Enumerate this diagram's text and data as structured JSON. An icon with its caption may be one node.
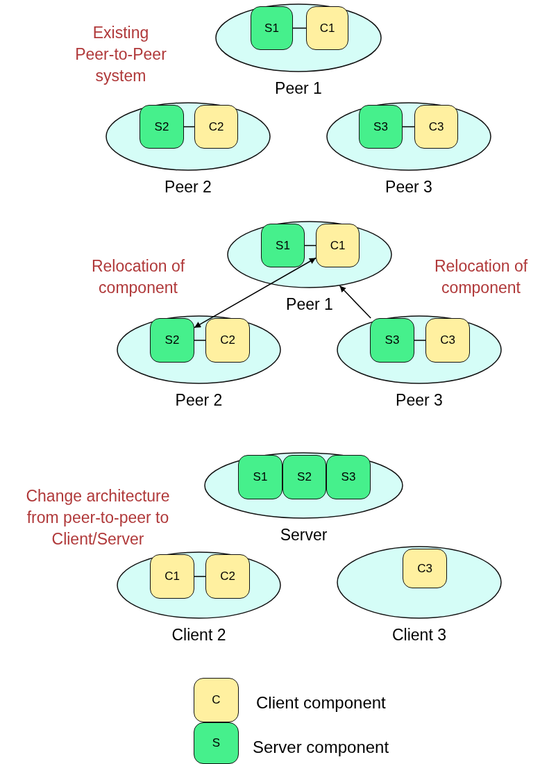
{
  "diagram": {
    "nodes": [
      {
        "text": [
          "Peer 1"
        ]
      },
      {
        "text": [
          "S1"
        ],
        "in": 0
      },
      {
        "text": [
          "C1"
        ],
        "in": 0
      },
      {
        "text": [
          "Peer 2"
        ]
      },
      {
        "text": [
          "S2"
        ],
        "in": 3
      },
      {
        "text": [
          "C2"
        ],
        "in": 3
      },
      {
        "text": [
          "Peer 3"
        ]
      },
      {
        "text": [
          "S3"
        ],
        "in": 6
      },
      {
        "text": [
          "C3"
        ],
        "in": 6
      },
      {
        "text": [
          "Peer 1"
        ]
      },
      {
        "text": [
          "S1"
        ],
        "in": 9
      },
      {
        "text": [
          "C1"
        ],
        "in": 9
      },
      {
        "text": [
          "Peer 2"
        ]
      },
      {
        "text": [
          "S2"
        ],
        "in": 12
      },
      {
        "text": [
          "C2"
        ],
        "in": 12
      },
      {
        "text": [
          "Peer 3"
        ]
      },
      {
        "text": [
          "S3"
        ],
        "in": 15
      },
      {
        "text": [
          "C3"
        ],
        "in": 15
      },
      {
        "text": [
          "Server"
        ]
      },
      {
        "text": [
          "S1"
        ],
        "in": 18
      },
      {
        "text": [
          "S2"
        ],
        "in": 18
      },
      {
        "text": [
          "S3"
        ],
        "in": 18
      },
      {
        "text": [
          "Client 2"
        ]
      },
      {
        "text": [
          "C1"
        ],
        "in": 22
      },
      {
        "text": [
          "C2"
        ],
        "in": 22
      },
      {
        "text": [
          "Client 3"
        ]
      },
      {
        "text": [
          "C3"
        ],
        "in": 25
      },
      {
        "text": [
          "C"
        ],
        "beside": [
          "Client component"
        ]
      },
      {
        "text": [
          "S"
        ],
        "beside": [
          "Server component"
        ]
      }
    ],
    "edges": [
      {
        "from": 1,
        "to": 2,
        "arrow": "none"
      },
      {
        "from": 4,
        "to": 5,
        "arrow": "none"
      },
      {
        "from": 7,
        "to": 8,
        "arrow": "none"
      },
      {
        "from": 10,
        "to": 11,
        "arrow": "none"
      },
      {
        "from": 13,
        "to": 14,
        "arrow": "none"
      },
      {
        "from": 16,
        "to": 17,
        "arrow": "none"
      },
      {
        "from": 13,
        "to": 11,
        "arrow": "both"
      },
      {
        "from": 16,
        "to": 9,
        "arrow": "to"
      },
      {
        "from": 23,
        "to": 24,
        "arrow": "none"
      }
    ],
    "labels": [
      "Existing Peer-to-Peer system",
      "Relocation of component",
      "Relocation of component",
      "Change architecture from peer-to-peer to Client/Server"
    ]
  }
}
